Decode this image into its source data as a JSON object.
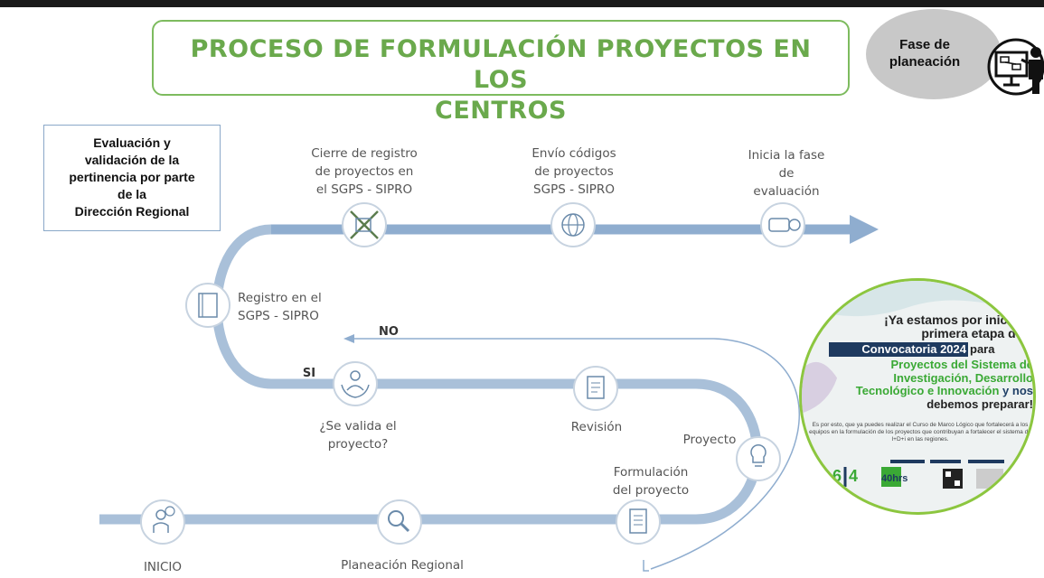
{
  "title": {
    "line1": "PROCESO DE FORMULACIÓN PROYECTOS EN LOS",
    "line2": "CENTROS"
  },
  "phase": {
    "line1": "Fase de",
    "line2": "planeación",
    "icon": "presentation-icon"
  },
  "left_box": {
    "line1": "Evaluación y",
    "line2": "validación de la",
    "line3": "pertinencia por parte",
    "line4": "de la",
    "line5": "Dirección  Regional"
  },
  "steps": {
    "cierre": {
      "line1": "Cierre de registro",
      "line2": "de proyectos en",
      "line3": "el SGPS - SIPRO",
      "icon": "edit-cross-icon"
    },
    "envio": {
      "line1": "Envío códigos",
      "line2": "de proyectos",
      "line3": "SGPS - SIPRO",
      "icon": "globe-icon"
    },
    "inicia": {
      "line1": "Inicia la fase",
      "line2": "de",
      "line3": "evaluación",
      "icon": "certificate-icon"
    },
    "registro": {
      "line1": "Registro en el",
      "line2": "SGPS - SIPRO",
      "icon": "book-icon"
    },
    "valida": {
      "line1": "¿Se valida el",
      "line2": "proyecto?",
      "icon": "hands-person-icon"
    },
    "revision": {
      "line1": "Revisión",
      "icon": "document-check-icon"
    },
    "proyecto": {
      "line1": "Proyecto",
      "icon": "lightbulb-icon"
    },
    "formulacion": {
      "line1": "Formulación",
      "line2": "del proyecto",
      "icon": "document-icon"
    },
    "planeacion": {
      "line1": "Planeación Regional",
      "icon": "magnifier-icon"
    },
    "inicio": {
      "line1": "INICIO",
      "icon": "person-plus-icon"
    }
  },
  "branches": {
    "no": "NO",
    "si": "SI"
  },
  "ad": {
    "line1": "¡Ya estamos por iniciar la",
    "line2": "primera etapa de la",
    "bar": "Convocatoria 2024",
    "para": "para",
    "green1": "Proyectos del Sistema de",
    "green2": "Investigación, Desarrollo",
    "green3": "Tecnológico e Innovación",
    "tail3": " y nos",
    "line4": "debemos preparar!",
    "small": "Es por esto, que ya puedes realizar el Curso de Marco Lógico que fortalecerá a los equipos en la formulación de los proyectos que contribuyan a fortalecer el sistema de I+D+i en las regiones.",
    "hours": "40hrs",
    "number_left": "6",
    "number_right": "4"
  },
  "colors": {
    "road": "#a9c0d9",
    "road_dark": "#8fadcf",
    "title_green": "#6aa94c",
    "accent_green": "#7dbb5e",
    "arrow": "#8fadcf"
  }
}
